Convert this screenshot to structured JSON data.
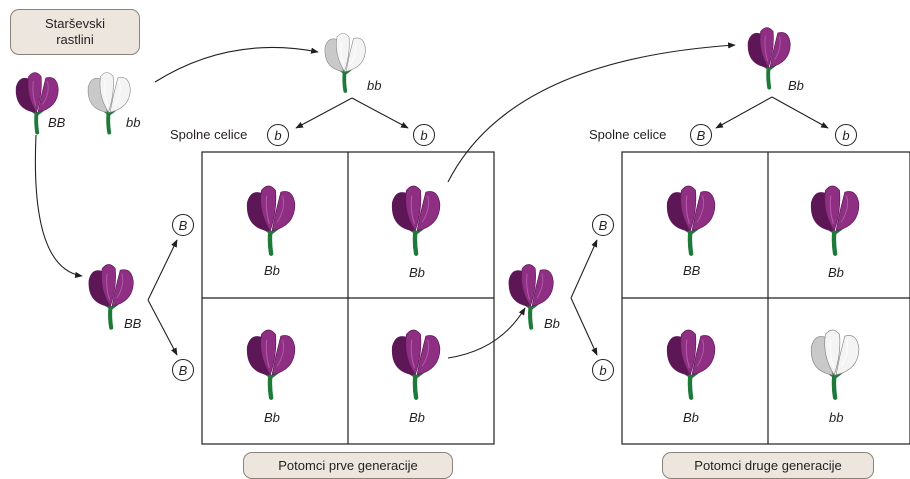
{
  "parents_label": "Starševski rastlini",
  "gametes_label": "Spolne celice",
  "f1_caption": "Potomci prve generacije",
  "f2_caption": "Potomci druge generacije",
  "parent1": {
    "genotype": "BB",
    "color": "purple"
  },
  "parent2": {
    "genotype": "bb",
    "color": "white"
  },
  "cross1": {
    "top_parent_genotype": "bb",
    "top_gametes": [
      "b",
      "b"
    ],
    "left_gametes": [
      "B",
      "B"
    ],
    "left_parent_genotype": "BB",
    "cells": [
      {
        "genotype": "Bb",
        "color": "purple"
      },
      {
        "genotype": "Bb",
        "color": "purple"
      },
      {
        "genotype": "Bb",
        "color": "purple"
      },
      {
        "genotype": "Bb",
        "color": "purple"
      }
    ]
  },
  "cross2": {
    "top_parent_genotype": "Bb",
    "top_gametes": [
      "B",
      "b"
    ],
    "left_gametes": [
      "B",
      "b"
    ],
    "left_parent_genotype": "Bb",
    "cells": [
      {
        "genotype": "BB",
        "color": "purple"
      },
      {
        "genotype": "Bb",
        "color": "purple"
      },
      {
        "genotype": "Bb",
        "color": "purple"
      },
      {
        "genotype": "bb",
        "color": "white"
      }
    ]
  },
  "colors": {
    "purple_petal": "#8e2f83",
    "purple_petal_dark": "#5e1756",
    "purple_petal_light": "#b35aa8",
    "white_petal": "#f4f4f4",
    "white_petal_shade": "#c9c9c9",
    "stem": "#1f7a3a",
    "box_fill": "#ece6df",
    "box_border": "#8c8279",
    "line": "#231f20"
  }
}
